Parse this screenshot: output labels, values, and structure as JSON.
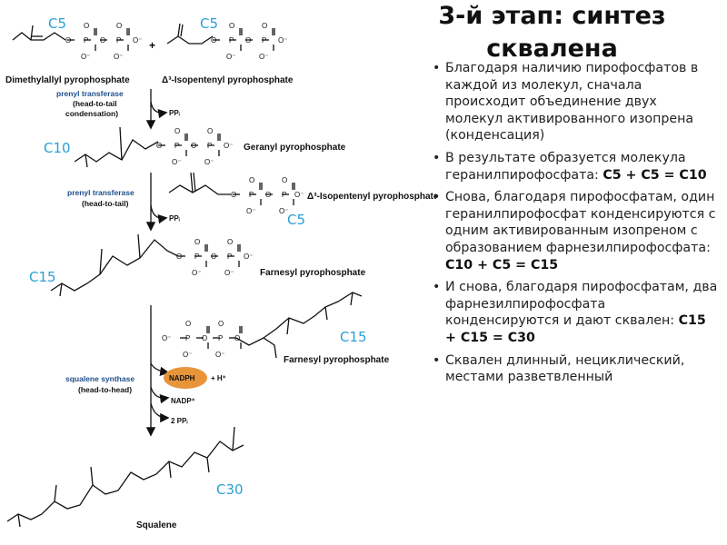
{
  "slide": {
    "title_line1": "3-й этап: синтез",
    "title_line2": "сквалена",
    "bullets": [
      {
        "text": "Благодаря наличию пирофосфатов в каждой из молекул, сначала происходит объединение двух молекул активированного изопрена (конденсация)",
        "equation": ""
      },
      {
        "text": "В результате образуется молекула геранилпирофосфата: ",
        "equation": "C5 + C5 = C10"
      },
      {
        "text": "Снова, благодаря пирофосфатам, один геранилпирофосфат конденсируются с одним активированным изопреном с образованием фарнезилпирофосфата: ",
        "equation": "C10 + C5 = C15"
      },
      {
        "text": "И снова, благодаря пирофосфатам, два фарнезилпирофосфата конденсируются и дают сквален: ",
        "equation": "C15 + C15 = C30"
      },
      {
        "text": "Сквален длинный, нециклический, местами разветвленный",
        "equation": ""
      }
    ]
  },
  "diagram": {
    "carbon_labels": {
      "c5_a": "C5",
      "c5_b": "C5",
      "c10": "C10",
      "c5_c": "C5",
      "c15_a": "C15",
      "c15_b": "C15",
      "c30": "C30"
    },
    "molecules": {
      "dmapp": "Dimethylallyl pyrophosphate",
      "ipp": "Δ³-Isopentenyl pyrophosphate",
      "ipp2": "Δ³-Isopentenyl pyrophosphate",
      "gpp": "Geranyl pyrophosphate",
      "fpp": "Farnesyl pyrophosphate",
      "fpp2": "Farnesyl pyrophosphate",
      "squalene": "Squalene"
    },
    "enzymes": {
      "e1_name": "prenyl transferase",
      "e1_line2": "(head-to-tail",
      "e1_line3": "condensation)",
      "e2_name": "prenyl transferase",
      "e2_line2": "(head-to-tail)",
      "e3_name": "squalene synthase",
      "e3_line2": "(head-to-head)"
    },
    "cofactors": {
      "nadph": "NADPH",
      "h_plus": "+ H⁺",
      "nadp": "NADP⁺",
      "pp1": "PPᵢ",
      "pp2": "PPᵢ",
      "pp3": "2 PPᵢ",
      "plus": "+"
    },
    "atoms": {
      "O": "O",
      "P": "P",
      "Om": "O⁻"
    },
    "colors": {
      "carbon_label": "#2a9fd6",
      "enzyme": "#1f4e8c",
      "nadph": "#e8953a"
    }
  }
}
